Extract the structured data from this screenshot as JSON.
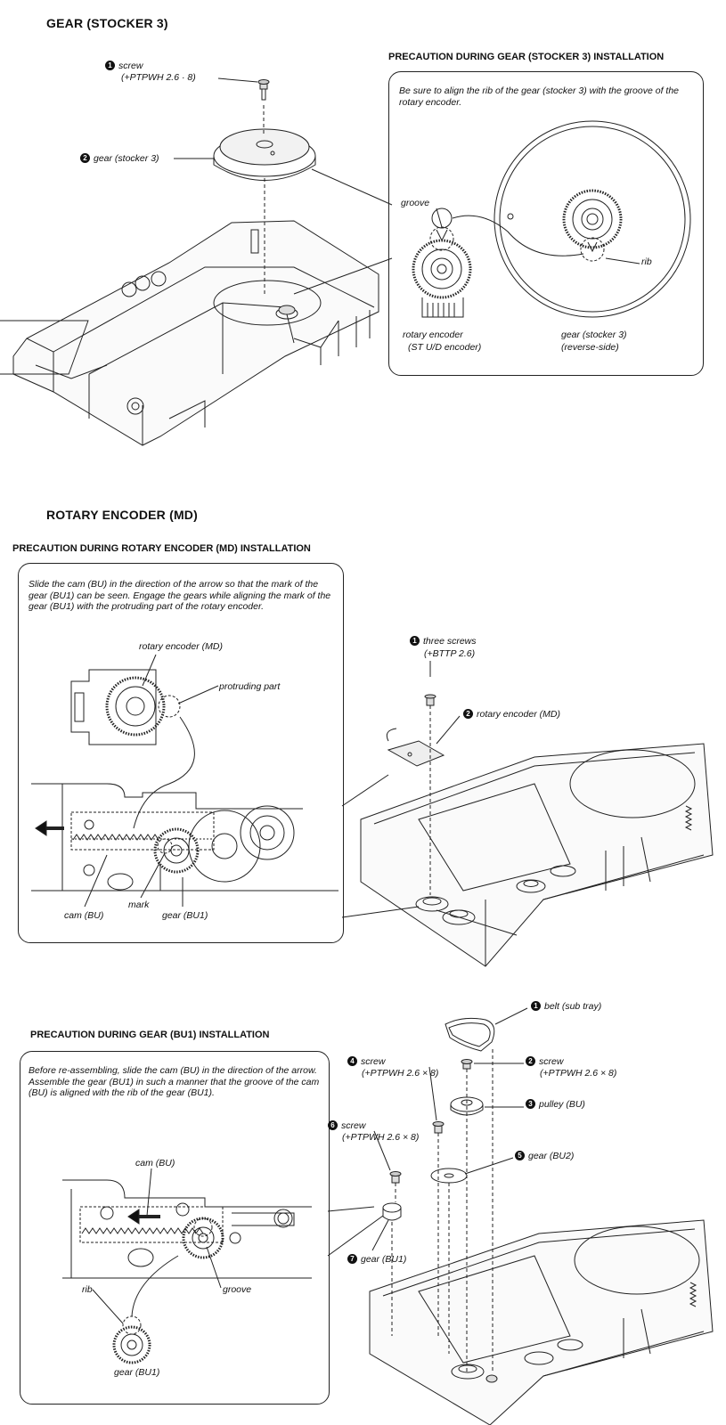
{
  "section1": {
    "title": "GEAR (STOCKER 3)",
    "precaution_title": "PRECAUTION DURING GEAR (STOCKER 3) INSTALLATION",
    "precaution_text": "Be sure to align the rib of the gear (stocker 3) with the groove of the rotary encoder.",
    "parts": [
      {
        "num": "1",
        "name": "screw",
        "spec": "(+PTPWH 2.6 · 8)"
      },
      {
        "num": "2",
        "name": "gear (stocker 3)",
        "spec": ""
      }
    ],
    "detail_labels": {
      "groove": "groove",
      "rib": "rib",
      "encoder": "rotary encoder",
      "encoder_sub": "(ST U/D encoder)",
      "gear": "gear (stocker 3)",
      "gear_sub": "(reverse-side)"
    }
  },
  "section2": {
    "title": "ROTARY ENCODER (MD)",
    "precaution_title": "PRECAUTION DURING ROTARY ENCODER (MD) INSTALLATION",
    "precaution_text": "Slide the cam (BU) in the direction of the arrow so that the mark of the gear (BU1) can be seen. Engage the gears while aligning the mark of the gear (BU1) with the protruding part of the rotary encoder.",
    "parts": [
      {
        "num": "1",
        "name": "three screws",
        "spec": "(+BTTP 2.6)"
      },
      {
        "num": "2",
        "name": "rotary encoder (MD)",
        "spec": ""
      }
    ],
    "detail_labels": {
      "encoder": "rotary encoder (MD)",
      "protruding": "protruding part",
      "cam": "cam (BU)",
      "mark": "mark",
      "gear": "gear (BU1)"
    }
  },
  "section3": {
    "precaution_title": "PRECAUTION DURING GEAR (BU1) INSTALLATION",
    "precaution_text": "Before re-assembling, slide the cam (BU) in the direction of the arrow.\nAssemble the gear (BU1) in such a manner that the groove of the cam (BU) is aligned with the rib of the gear (BU1).",
    "parts": [
      {
        "num": "1",
        "name": "belt (sub tray)",
        "spec": ""
      },
      {
        "num": "2",
        "name": "screw",
        "spec": "(+PTPWH 2.6 × 8)"
      },
      {
        "num": "3",
        "name": "pulley (BU)",
        "spec": ""
      },
      {
        "num": "4",
        "name": "screw",
        "spec": "(+PTPWH 2.6 × 8)"
      },
      {
        "num": "5",
        "name": "gear (BU2)",
        "spec": ""
      },
      {
        "num": "6",
        "name": "screw",
        "spec": "(+PTPWH 2.6 × 8)"
      },
      {
        "num": "7",
        "name": "gear (BU1)",
        "spec": ""
      }
    ],
    "detail_labels": {
      "cam": "cam (BU)",
      "rib": "rib",
      "groove": "groove",
      "gear": "gear (BU1)"
    }
  }
}
